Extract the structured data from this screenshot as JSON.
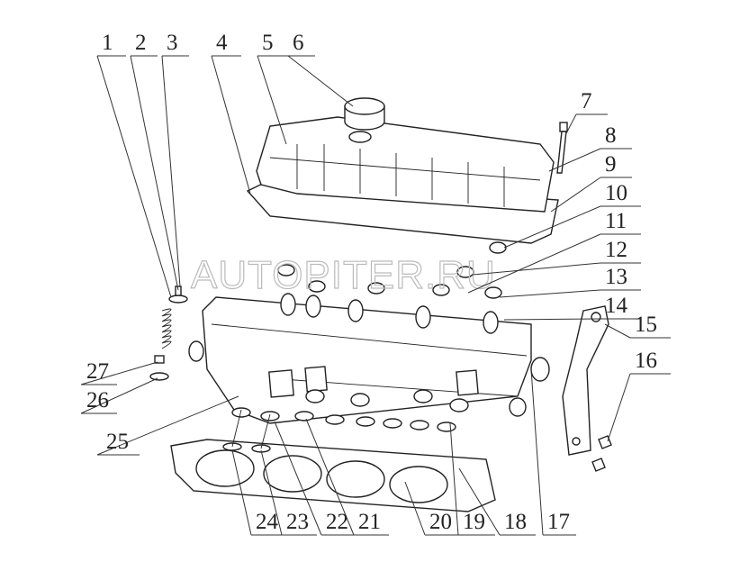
{
  "diagram": {
    "watermark": "AUTOPITER.RU",
    "callouts": [
      "1",
      "2",
      "3",
      "4",
      "5",
      "6",
      "7",
      "8",
      "9",
      "10",
      "11",
      "12",
      "13",
      "14",
      "15",
      "16",
      "17",
      "18",
      "19",
      "20",
      "21",
      "22",
      "23",
      "24",
      "25",
      "26",
      "27"
    ]
  }
}
